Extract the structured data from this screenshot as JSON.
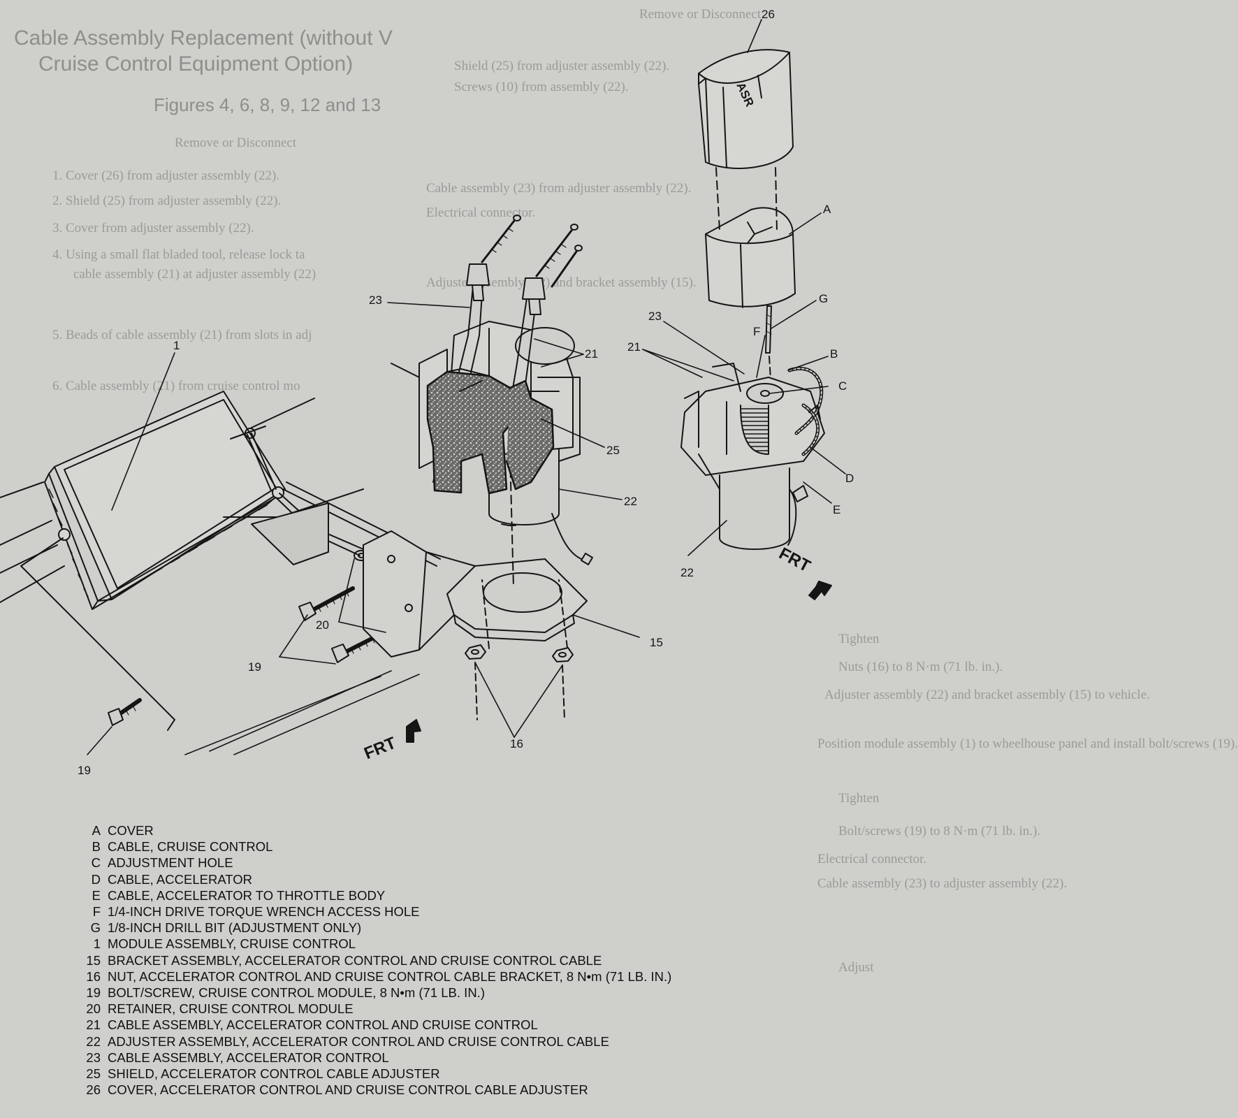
{
  "background_text": {
    "left": [
      "Cable Assembly Replacement (without V",
      "Cruise Control Equipment Option)",
      "Figures 4, 6, 8, 9, 12 and 13",
      "Remove or Disconnect",
      "1. Cover (26) from adjuster assembly (22).",
      "2. Shield (25) from adjuster assembly (22).",
      "3. Cover from adjuster assembly (22).",
      "4. Using a small flat bladed tool, release lock ta",
      "cable assembly (21) at adjuster assembly (22)",
      "5. Beads of cable assembly (21) from slots in adj",
      "6. Cable assembly (21) from cruise control mo"
    ],
    "right": [
      "Remove or Disconnect",
      "Shield (25) from adjuster assembly (22).",
      "Screws (10) from assembly (22).",
      "Cable assembly (23) from adjuster assembly (22).",
      "Electrical connector.",
      "Adjuster assembly (22) and bracket assembly (15).",
      "Tighten",
      "Nuts (16) to 8 N·m (71 lb. in.).",
      "Adjuster assembly (22) and bracket assembly (15) to vehicle.",
      "Position module assembly (1) to wheelhouse panel and install bolt/screws (19).",
      "Tighten",
      "Bolt/screws (19) to 8 N·m (71 lb. in.).",
      "Electrical connector.",
      "Cable assembly (23) to adjuster assembly (22).",
      "Adjust"
    ]
  },
  "callouts": {
    "c26": "26",
    "cA": "A",
    "cG": "G",
    "c23a": "23",
    "c23b": "23",
    "cF": "F",
    "c21a": "21",
    "c21b": "21",
    "cB": "B",
    "cC": "C",
    "c1": "1",
    "c25": "25",
    "c22a": "22",
    "c22b": "22",
    "cD": "D",
    "cE": "E",
    "c15": "15",
    "c20": "20",
    "c19a": "19",
    "c19b": "19",
    "c16": "16"
  },
  "labels": {
    "frt_main": "FRT",
    "frt_right": "FRT",
    "cover_emboss": "ASR"
  },
  "legend": [
    {
      "key": "A",
      "text": "COVER"
    },
    {
      "key": "B",
      "text": "CABLE, CRUISE CONTROL"
    },
    {
      "key": "C",
      "text": "ADJUSTMENT HOLE"
    },
    {
      "key": "D",
      "text": "CABLE, ACCELERATOR"
    },
    {
      "key": "E",
      "text": "CABLE, ACCELERATOR TO THROTTLE BODY"
    },
    {
      "key": "F",
      "text": "1/4-INCH DRIVE TORQUE WRENCH ACCESS HOLE"
    },
    {
      "key": "G",
      "text": "1/8-INCH DRILL BIT (ADJUSTMENT ONLY)"
    },
    {
      "key": "1",
      "text": "MODULE ASSEMBLY, CRUISE CONTROL"
    },
    {
      "key": "15",
      "text": "BRACKET ASSEMBLY, ACCELERATOR CONTROL AND CRUISE CONTROL CABLE"
    },
    {
      "key": "16",
      "text": "NUT, ACCELERATOR CONTROL AND CRUISE CONTROL CABLE BRACKET, 8 N•m (71 LB. IN.)"
    },
    {
      "key": "19",
      "text": "BOLT/SCREW, CRUISE CONTROL MODULE, 8 N•m (71 LB. IN.)"
    },
    {
      "key": "20",
      "text": "RETAINER, CRUISE CONTROL MODULE"
    },
    {
      "key": "21",
      "text": "CABLE ASSEMBLY, ACCELERATOR CONTROL AND CRUISE CONTROL"
    },
    {
      "key": "22",
      "text": "ADJUSTER ASSEMBLY, ACCELERATOR CONTROL AND CRUISE CONTROL CABLE"
    },
    {
      "key": "23",
      "text": "CABLE ASSEMBLY, ACCELERATOR CONTROL"
    },
    {
      "key": "25",
      "text": "SHIELD, ACCELERATOR CONTROL CABLE ADJUSTER"
    },
    {
      "key": "26",
      "text": "COVER, ACCELERATOR CONTROL AND CRUISE CONTROL CABLE ADJUSTER"
    }
  ],
  "colors": {
    "paper": "#cfcfcc",
    "ink": "#151515",
    "faded_text": "#9a9a97"
  }
}
